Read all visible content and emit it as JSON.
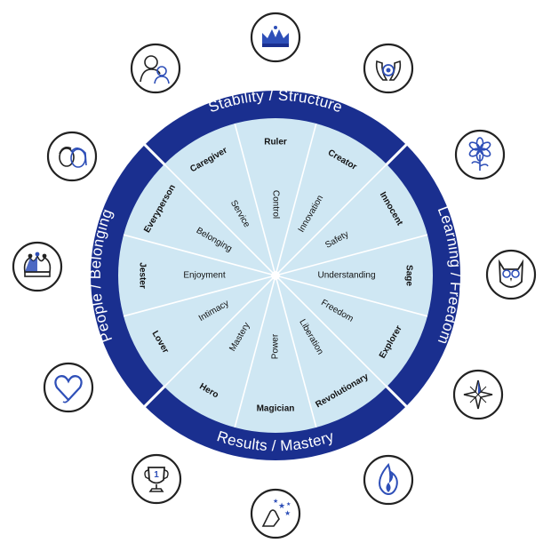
{
  "colors": {
    "ring": "#1a2f8f",
    "inner_fill": "#cfe7f3",
    "divider": "#ffffff",
    "icon_stroke": "#222222",
    "icon_accent": "#2e4fb8"
  },
  "quadrants": [
    {
      "label": "Stability / Structure"
    },
    {
      "label": "Learning / Freedom"
    },
    {
      "label": "Results / Mastery"
    },
    {
      "label": "People / Belonging"
    }
  ],
  "archetypes": [
    {
      "name": "Ruler",
      "value": "Control",
      "icon": "crown-icon"
    },
    {
      "name": "Creator",
      "value": "Innovation",
      "icon": "creating-hands-icon"
    },
    {
      "name": "Innocent",
      "value": "Safety",
      "icon": "flower-icon"
    },
    {
      "name": "Sage",
      "value": "Understanding",
      "icon": "owl-icon"
    },
    {
      "name": "Explorer",
      "value": "Freedom",
      "icon": "compass-icon"
    },
    {
      "name": "Revolutionary",
      "value": "Liberation",
      "icon": "flame-icon"
    },
    {
      "name": "Magician",
      "value": "Power",
      "icon": "magic-hand-icon"
    },
    {
      "name": "Hero",
      "value": "Mastery",
      "icon": "trophy-icon"
    },
    {
      "name": "Lover",
      "value": "Intimacy",
      "icon": "heart-icon"
    },
    {
      "name": "Jester",
      "value": "Enjoyment",
      "icon": "jester-hat-icon"
    },
    {
      "name": "Everyperson",
      "value": "Belonging",
      "icon": "two-faces-icon"
    },
    {
      "name": "Caregiver",
      "value": "Service",
      "icon": "parent-child-icon"
    }
  ]
}
